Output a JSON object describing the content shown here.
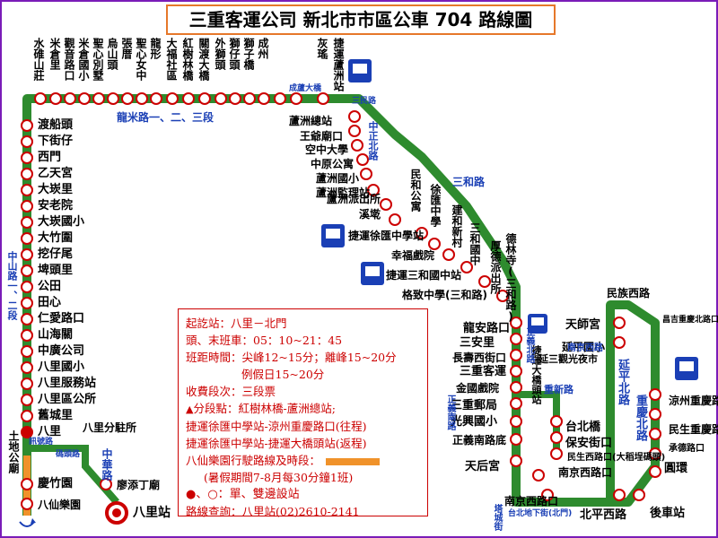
{
  "title": "三重客運公司 新北市市區公車 704 路線圖",
  "colors": {
    "route": "#2e8b2e",
    "station_red": "#cc0000",
    "road_label": "#1a3fb5",
    "info_red": "#cc0000",
    "leisure": "#f0922a",
    "frame": "#7a1cb8",
    "title_border": "#e6782a"
  },
  "top_row": [
    "水碓山莊",
    "米倉里",
    "觀音路口",
    "米倉國小",
    "聖心別墅",
    "烏山頭",
    "張厝",
    "聖心女中",
    "龍形",
    "大福社區",
    "紅樹林橋",
    "關渡大橋",
    "外獅頭",
    "獅仔頭",
    "獅子橋",
    "成州",
    "灰瑤",
    "捷運蘆洲站"
  ],
  "left_column": [
    "渡船頭",
    "下街仔",
    "西門",
    "乙天宮",
    "大崁里",
    "安老院",
    "大崁國小",
    "大竹圍",
    "挖仔尾",
    "埤頭里",
    "公田",
    "田心",
    "仁愛路口",
    "山海關",
    "中廣公司",
    "八里國小",
    "八里服務站",
    "八里區公所",
    "舊城里",
    "八里",
    "八里分駐所",
    "土地公廟",
    "慶竹園",
    "廖添丁廟",
    "八仙樂園",
    "八里站"
  ],
  "middle_column": [
    "蘆洲總站",
    "王爺廟口",
    "空中大學",
    "中原公寓",
    "蘆洲國小",
    "蘆洲監理站",
    "蘆洲派出所",
    "溪墘",
    "民和公寓",
    "徐匯中學",
    "建和新村",
    "三和國中",
    "德林寺(三和路)",
    "厚德派出所",
    "幸福戲院",
    "捷運三和國中站",
    "格致中學(三和路)",
    "捷運徐匯中學站"
  ],
  "right_stations": [
    "龍安路口",
    "三安里",
    "長壽西街口",
    "三重客運",
    "金國戲院",
    "三重郵局",
    "光興國小",
    "正義南路底",
    "天后宮",
    "南京西路口",
    "捷運大橋頭站",
    "台北橋",
    "保安街口",
    "民生西路口(大稻埕碼頭)",
    "南京西路口",
    "天師宮",
    "延平國小",
    "民族西路",
    "昌吉重慶北路口",
    "涼州重慶路口",
    "民生重慶路口",
    "承德路口",
    "圓環",
    "北平西路",
    "後車站",
    "延三觀光夜市",
    "重新路",
    "三重",
    "延平北路",
    "重慶北路"
  ],
  "road_labels": [
    "龍米路一、二、三段",
    "中山路一、二段",
    "中正北路",
    "三和路",
    "中華路",
    "成蘆大橋",
    "三民路",
    "(捷運高架)",
    "正義北路",
    "福德北路",
    "正義南路",
    "台北橋",
    "重新路",
    "南京西路",
    "塔城街",
    "台北地下街(北門)",
    "北平西路",
    "民族西路",
    "訊號路",
    "碼頭路"
  ],
  "info": {
    "start_label": "起訖站",
    "start_value": "八里－北門",
    "first_last_label": "頭、末班車",
    "first_last_value": "05：10~21：45",
    "headway_label": "班距時間",
    "headway_peak": "尖峰12~15分；離峰15~20分",
    "headway_holiday": "例假日15~20分",
    "fare_label": "收費段次",
    "fare_value": "三段票",
    "split_label": "分段點",
    "split_1": "紅樹林橋-蘆洲總站;",
    "split_2": "捷運徐匯中學站-涼州重慶路口(往程)",
    "split_3": "捷運徐匯中學站-捷運大橋頭站(返程)",
    "leisure_label": "八仙樂園行駛路線及時段：",
    "leisure_note": "(暑假期間7-8月每30分鐘1班)",
    "legend": "●、○：單、雙邊設站",
    "enquiry_label": "路線查詢：",
    "enquiry_value": "八里站(02)2610-2141"
  }
}
